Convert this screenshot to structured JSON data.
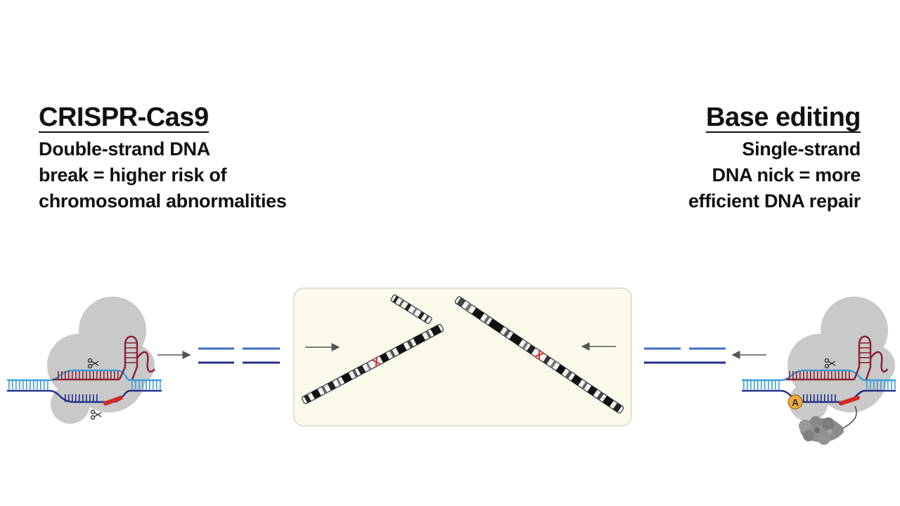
{
  "left": {
    "title": "CRISPR-Cas9",
    "lines": [
      "Double-strand DNA",
      "break = higher risk of",
      "chromosomal abnormalities"
    ]
  },
  "right": {
    "title": "Base editing",
    "lines": [
      "Single-strand",
      "DNA nick = more",
      "efficient DNA repair"
    ]
  },
  "right_complex": {
    "base_label": "A"
  },
  "colors": {
    "dna_light": "#3aa0d8",
    "dna_dark": "#23308a",
    "guide_rna": "#8b2331",
    "edit_site": "#d42a2a",
    "protein": "#c9c9c9",
    "panel": "#fbf9ea",
    "base_badge": "#f2a93b"
  }
}
